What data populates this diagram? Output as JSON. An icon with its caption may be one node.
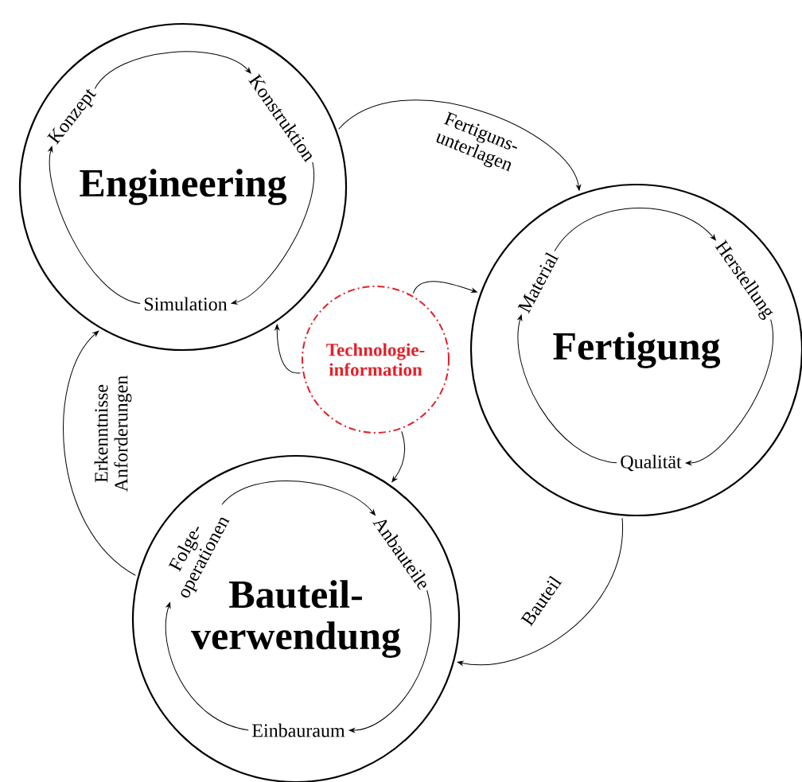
{
  "diagram": {
    "nodes": [
      {
        "text": [
          "Engineering"
        ]
      },
      {
        "text": [
          "Konzept"
        ],
        "in": 0
      },
      {
        "text": [
          "Konstruktion"
        ],
        "in": 0
      },
      {
        "text": [
          "Simulation"
        ],
        "in": 0
      },
      {
        "text": [
          "Technologie- information"
        ]
      },
      {
        "text": [
          "Fertigung"
        ]
      },
      {
        "text": [
          "Material"
        ],
        "in": 5
      },
      {
        "text": [
          "Herstellung"
        ],
        "in": 5
      },
      {
        "text": [
          "Qualität"
        ],
        "in": 5
      },
      {
        "text": [
          "Bauteil- verwendung"
        ]
      },
      {
        "text": [
          "Folge- operationen"
        ],
        "in": 9
      },
      {
        "text": [
          "Anbauteile"
        ],
        "in": 9
      },
      {
        "text": [
          "Einbauraum"
        ],
        "in": 9
      }
    ],
    "edges": [
      {
        "from": 1,
        "to": 2,
        "arrow": "to"
      },
      {
        "from": 2,
        "to": 3,
        "arrow": "to"
      },
      {
        "from": 3,
        "to": 1,
        "arrow": "to"
      },
      {
        "from": 6,
        "to": 7,
        "arrow": "to"
      },
      {
        "from": 7,
        "to": 8,
        "arrow": "to"
      },
      {
        "from": 8,
        "to": 6,
        "arrow": "to"
      },
      {
        "from": 10,
        "to": 11,
        "arrow": "to"
      },
      {
        "from": 11,
        "to": 12,
        "arrow": "to"
      },
      {
        "from": 12,
        "to": 10,
        "arrow": "to"
      },
      {
        "from": 0,
        "to": 5,
        "arrow": "to",
        "label": "Fertiguns- unterlagen"
      },
      {
        "from": 5,
        "to": 9,
        "arrow": "to",
        "label": "Bauteil"
      },
      {
        "from": 9,
        "to": 0,
        "arrow": "to",
        "label": "Erkenntnisse Anforderungen"
      },
      {
        "from": 4,
        "to": 5,
        "arrow": "to"
      },
      {
        "from": 4,
        "to": 0,
        "arrow": "to"
      },
      {
        "from": 4,
        "to": 9,
        "arrow": "to"
      }
    ]
  }
}
